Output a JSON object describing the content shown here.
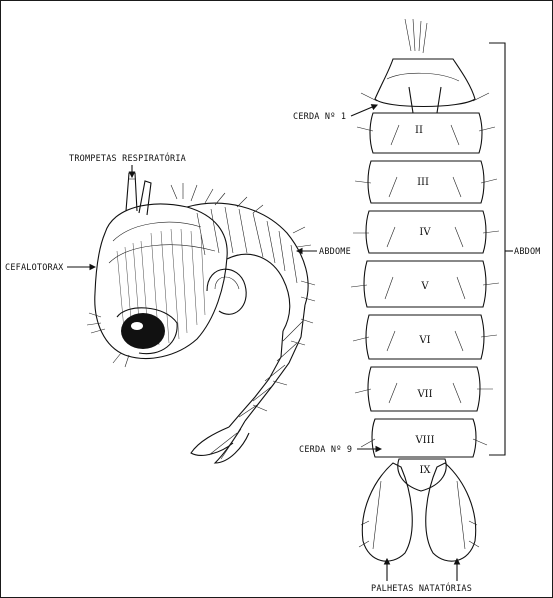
{
  "labels": {
    "trompetas": "TROMPETAS RESPIRATÓRIA",
    "cefalotorax": "CEFALOTORAX",
    "abdome_left": "ABDOME",
    "abdome_right": "ABDOM",
    "cerda1": "CERDA Nº 1",
    "cerda9": "CERDA Nº 9",
    "palhetas": "PALHETAS NATATÓRIAS"
  },
  "segments": [
    "II",
    "III",
    "IV",
    "V",
    "VI",
    "VII",
    "VIII",
    "IX"
  ]
}
